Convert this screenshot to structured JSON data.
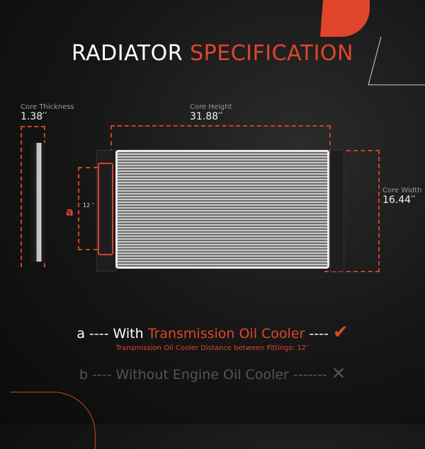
{
  "title": {
    "part1": "RADIATOR",
    "part2": "SPECIFICATION"
  },
  "dimensions": {
    "core_thickness": {
      "label": "Core Thickness",
      "value": "1.38′′"
    },
    "core_height": {
      "label": "Core Height",
      "value": "31.88′′"
    },
    "core_width": {
      "label": "Core Width",
      "value": "16.44′′"
    },
    "fitting_distance": {
      "marker": "a",
      "value": "12 ′′"
    }
  },
  "options": {
    "a": {
      "letter": "a",
      "dashes": "----",
      "prefix": "With",
      "highlight": "Transmission Oil Cooler",
      "dashes_after": "----",
      "icon": "check-icon",
      "sub": "Transmission Oil Cooler Distance between Fittings: 12′′"
    },
    "b": {
      "letter": "b",
      "dashes": "----",
      "text": "Without Engine Oil Cooler",
      "dashes_after": "-------",
      "icon": "cross-icon"
    }
  },
  "colors": {
    "accent": "#e0452b",
    "muted": "#555555",
    "background": "#151515"
  }
}
